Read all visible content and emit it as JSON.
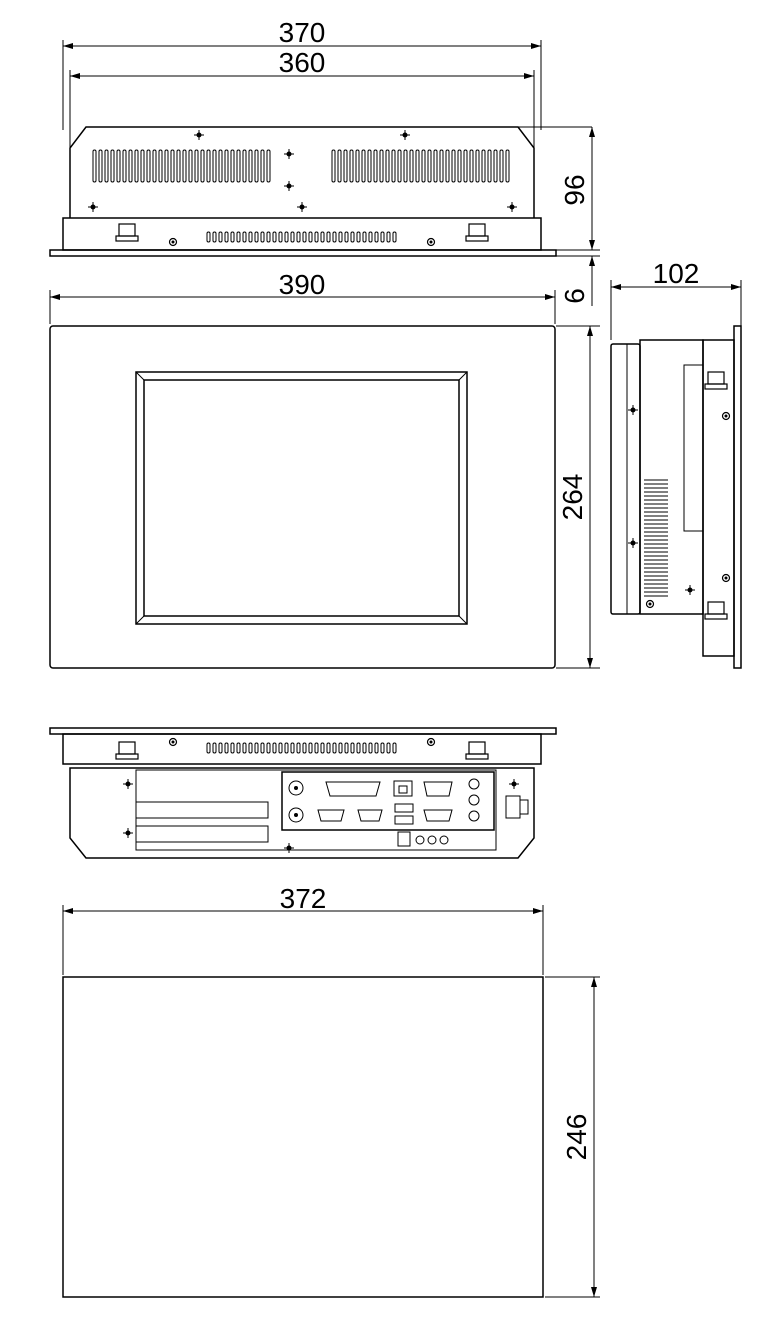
{
  "dimensions": {
    "top_outer_width": "370",
    "top_inner_width": "360",
    "top_depth": "96",
    "bezel_thickness": "6",
    "front_width": "390",
    "front_height": "264",
    "side_depth": "102",
    "cutout_width": "372",
    "cutout_height": "246"
  },
  "icons": {
    "mount_screw": "crosshair-screw-icon",
    "clamp": "mounting-clamp-icon",
    "ps2_port": "ps2-port-icon",
    "db_port": "db-connector-icon",
    "rj45_port": "rj45-port-icon",
    "usb_port": "usb-port-icon",
    "audio_jack": "audio-jack-icon"
  },
  "colors": {
    "line": "#000000",
    "background": "#ffffff"
  }
}
